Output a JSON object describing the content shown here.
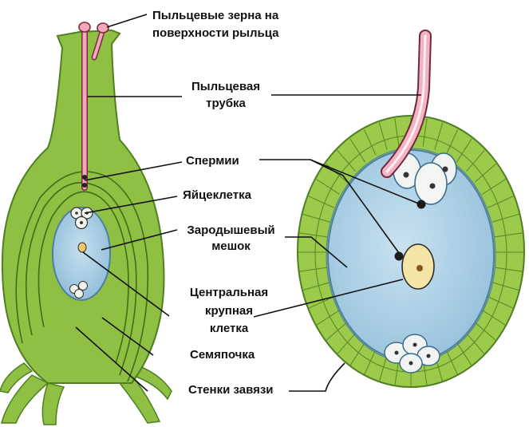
{
  "colors": {
    "tissue": "#8fc043",
    "tissue_dark": "#4f7f22",
    "sac": "#a9cde3",
    "sac_edge": "#4e7fa0",
    "tube": "#e88aa0",
    "cell": "#f6e9b8",
    "leader": "#111111"
  },
  "labels": {
    "pollen_line1": "Пыльцевые зерна на",
    "pollen_line2": "поверхности рыльца",
    "tube_line1": "Пыльцевая",
    "tube_line2": "трубка",
    "sperm": "Спермии",
    "egg": "Яйцеклетка",
    "sac_line1": "Зародышевый",
    "sac_line2": "мешок",
    "central_line1": "Центральная",
    "central_line2": "крупная",
    "central_line3": "клетка",
    "ovule": "Семяпочка",
    "ovary_wall": "Стенки завязи"
  }
}
